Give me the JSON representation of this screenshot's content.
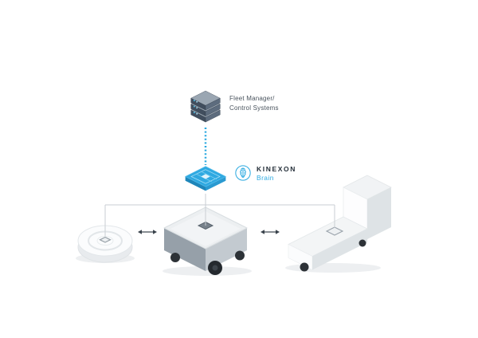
{
  "diagram": {
    "fleet_manager": {
      "line1": "Fleet Manager/",
      "line2": "Control Systems"
    },
    "brand": {
      "name": "KINEXON",
      "product": "Brain"
    },
    "colors": {
      "accent_cyan": "#2BA9E0",
      "server_top": "#9AA6B2",
      "server_left": "#414E5E",
      "server_right": "#5D6C7E",
      "connector_gray": "#C9CED3",
      "arrow_dark": "#39424B",
      "background": "#FFFFFF"
    },
    "icons": {
      "server": "server-stack-icon",
      "module": "brain-module-chip-icon",
      "logo_mark": "brain-icon",
      "arrows": "bidirectional-arrow-icon",
      "vehicles": [
        "disc-robot-icon",
        "agv-robot-icon",
        "tugger-truck-icon"
      ]
    }
  }
}
